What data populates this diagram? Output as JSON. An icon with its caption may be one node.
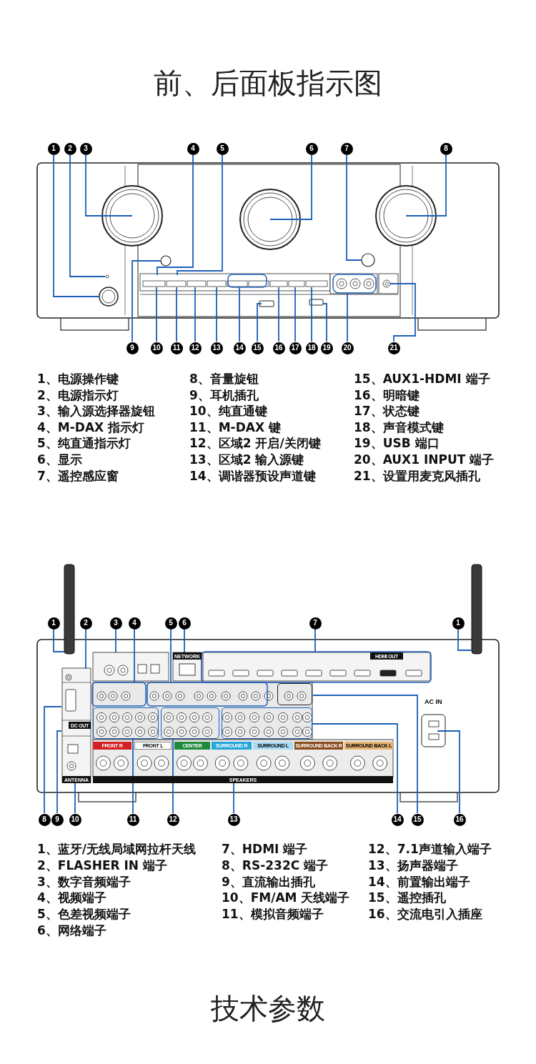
{
  "diagram": {
    "title": "前、后面板指示图",
    "nodes": [
      {
        "text": [
          "1"
        ]
      },
      {
        "text": [
          "2"
        ]
      },
      {
        "text": [
          "3"
        ]
      },
      {
        "text": [
          "4"
        ]
      },
      {
        "text": [
          "5"
        ]
      },
      {
        "text": [
          "6"
        ]
      },
      {
        "text": [
          "7"
        ]
      },
      {
        "text": [
          "8"
        ]
      },
      {
        "text": [
          "9"
        ]
      },
      {
        "text": [
          "10"
        ]
      },
      {
        "text": [
          "11"
        ]
      },
      {
        "text": [
          "12"
        ]
      },
      {
        "text": [
          "13"
        ]
      },
      {
        "text": [
          "14"
        ]
      },
      {
        "text": [
          "15"
        ]
      },
      {
        "text": [
          "16"
        ]
      },
      {
        "text": [
          "17"
        ]
      },
      {
        "text": [
          "18"
        ]
      },
      {
        "text": [
          "19"
        ]
      },
      {
        "text": [
          "20"
        ]
      },
      {
        "text": [
          "21"
        ]
      },
      {
        "text": [
          "1"
        ]
      },
      {
        "text": [
          "2"
        ]
      },
      {
        "text": [
          "3"
        ]
      },
      {
        "text": [
          "4"
        ]
      },
      {
        "text": [
          "5"
        ]
      },
      {
        "text": [
          "6"
        ]
      },
      {
        "text": [
          "7"
        ]
      },
      {
        "text": [
          "1"
        ]
      },
      {
        "text": [
          "8"
        ]
      },
      {
        "text": [
          "9"
        ]
      },
      {
        "text": [
          "10"
        ]
      },
      {
        "text": [
          "11"
        ]
      },
      {
        "text": [
          "12"
        ]
      },
      {
        "text": [
          "13"
        ]
      },
      {
        "text": [
          "14"
        ]
      },
      {
        "text": [
          "15"
        ]
      },
      {
        "text": [
          "16"
        ]
      },
      {
        "text": [
          "NETWORK"
        ]
      },
      {
        "text": [
          "ANTENNA"
        ]
      },
      {
        "text": [
          "SPEAKERS"
        ]
      },
      {
        "text": [],
        "shape": "box"
      },
      {
        "text": [],
        "shape": "box"
      },
      {
        "text": [],
        "shape": "box"
      },
      {
        "text": [],
        "shape": "box"
      }
    ],
    "edges": [
      {
        "from": 0,
        "to": null,
        "arrow": "none"
      },
      {
        "from": 1,
        "to": null,
        "arrow": "none"
      },
      {
        "from": 2,
        "to": null,
        "arrow": "none"
      },
      {
        "from": 3,
        "to": null,
        "arrow": "none"
      },
      {
        "from": 4,
        "to": null,
        "arrow": "none"
      },
      {
        "from": 5,
        "to": null,
        "arrow": "none"
      },
      {
        "from": 6,
        "to": null,
        "arrow": "none"
      },
      {
        "from": 7,
        "to": null,
        "arrow": "none"
      },
      {
        "from": 8,
        "to": null,
        "arrow": "none"
      },
      {
        "from": 9,
        "to": null,
        "arrow": "none"
      },
      {
        "from": 10,
        "to": null,
        "arrow": "none"
      },
      {
        "from": 11,
        "to": null,
        "arrow": "none"
      },
      {
        "from": 12,
        "to": null,
        "arrow": "none"
      },
      {
        "from": 13,
        "to": null,
        "arrow": "none"
      },
      {
        "from": 14,
        "to": null,
        "arrow": "none"
      },
      {
        "from": 15,
        "to": null,
        "arrow": "none"
      },
      {
        "from": 16,
        "to": null,
        "arrow": "none"
      },
      {
        "from": 17,
        "to": null,
        "arrow": "none"
      },
      {
        "from": 18,
        "to": null,
        "arrow": "none"
      },
      {
        "from": 19,
        "to": null,
        "arrow": "none"
      },
      {
        "from": 20,
        "to": null,
        "arrow": "none"
      },
      {
        "from": 21,
        "to": null,
        "arrow": "none"
      },
      {
        "from": 22,
        "to": null,
        "arrow": "none"
      },
      {
        "from": 23,
        "to": null,
        "arrow": "none"
      },
      {
        "from": 24,
        "to": null,
        "arrow": "none"
      },
      {
        "from": 25,
        "to": null,
        "arrow": "none"
      },
      {
        "from": 26,
        "to": 38,
        "arrow": "none"
      },
      {
        "from": 27,
        "to": null,
        "arrow": "none"
      },
      {
        "from": 28,
        "to": null,
        "arrow": "none"
      },
      {
        "from": 29,
        "to": null,
        "arrow": "none"
      },
      {
        "from": 30,
        "to": null,
        "arrow": "none"
      },
      {
        "from": 31,
        "to": 39,
        "arrow": "none"
      },
      {
        "from": 32,
        "to": 41,
        "arrow": "none"
      },
      {
        "from": 33,
        "to": 42,
        "arrow": "none"
      },
      {
        "from": 34,
        "to": 40,
        "arrow": "none"
      },
      {
        "from": 35,
        "to": 43,
        "arrow": "none"
      },
      {
        "from": 36,
        "to": 44,
        "arrow": "none"
      },
      {
        "from": 37,
        "to": null,
        "arrow": "none"
      }
    ],
    "labels": [
      "1、电源操作键",
      "2、电源指示灯",
      "3、输入源选择器旋钮",
      "4、M-DAX 指示灯",
      "5、纯直通指示灯",
      "6、显示",
      "7、遥控感应窗",
      "8、音量旋钮",
      "9、耳机插孔",
      "10、纯直通键",
      "11、M-DAX 键",
      "12、区域2 开启/关闭键",
      "13、区域2 输入源键",
      "14、调谐器预设声道键",
      "15、AUX1-HDMI 端子",
      "16、明暗键",
      "17、状态键",
      "18、声音模式键",
      "19、USB 端口",
      "20、AUX1 INPUT 端子",
      "21、设置用麦克风插孔",
      "HDMI OUT",
      "AC IN",
      "DC OUT",
      "FRONT R",
      "FRONT L",
      "CENTER",
      "SURROUND R",
      "SURROUND L",
      "SURROUND BACK R",
      "SURROUND BACK L",
      "1、蓝牙/无线局域网拉杆天线",
      "2、FLASHER IN 端子",
      "3、数字音频端子",
      "4、视频端子",
      "5、色差视频端子",
      "6、网络端子",
      "7、HDMI 端子",
      "8、RS-232C 端子",
      "9、直流输出插孔",
      "10、FM/AM 天线端子",
      "11、模拟音频端子",
      "12、7.1声道输入端子",
      "13、扬声器端子",
      "14、前置输出端子",
      "15、遥控插孔",
      "16、交流电引入插座",
      "技术参数"
    ]
  }
}
